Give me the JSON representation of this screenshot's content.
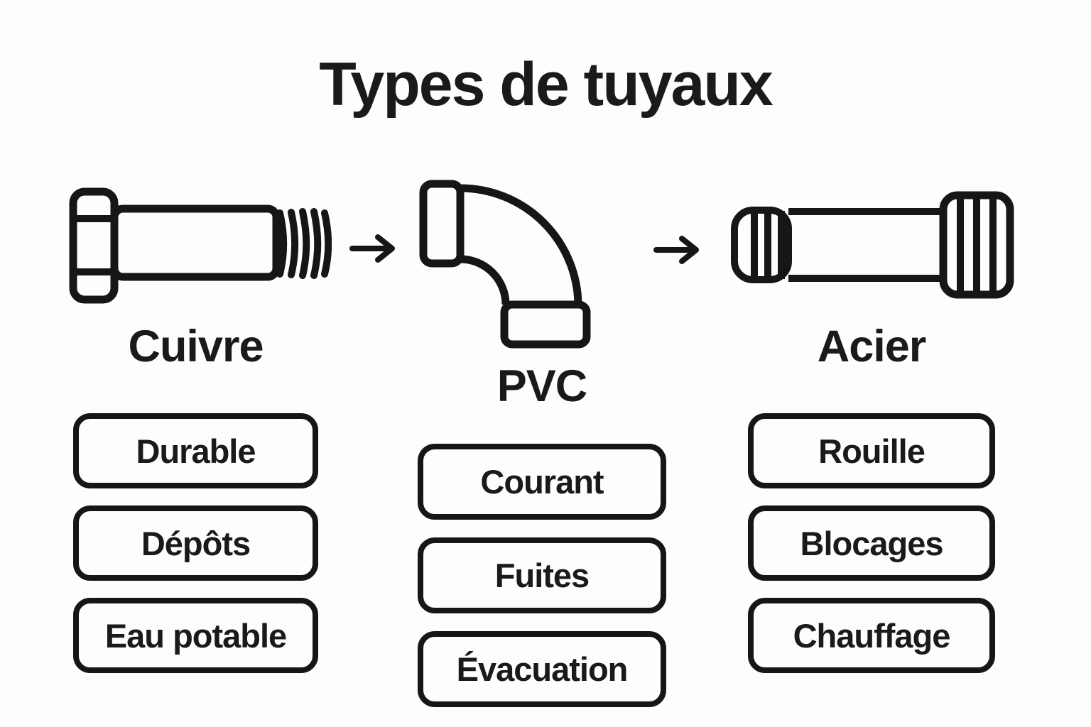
{
  "title": "Types de tuyaux",
  "colors": {
    "background": "#fdfdfb",
    "ink": "#161616"
  },
  "columns": [
    {
      "label": "Cuivre",
      "icon": "copper-pipe-icon",
      "items": [
        "Durable",
        "Dépôts",
        "Eau potable"
      ]
    },
    {
      "label": "PVC",
      "icon": "pvc-elbow-icon",
      "items": [
        "Courant",
        "Fuites",
        "Évacuation"
      ]
    },
    {
      "label": "Acier",
      "icon": "steel-pipe-icon",
      "items": [
        "Rouille",
        "Blocages",
        "Chauffage"
      ]
    }
  ],
  "arrows": [
    "right-arrow-icon",
    "right-arrow-icon"
  ]
}
